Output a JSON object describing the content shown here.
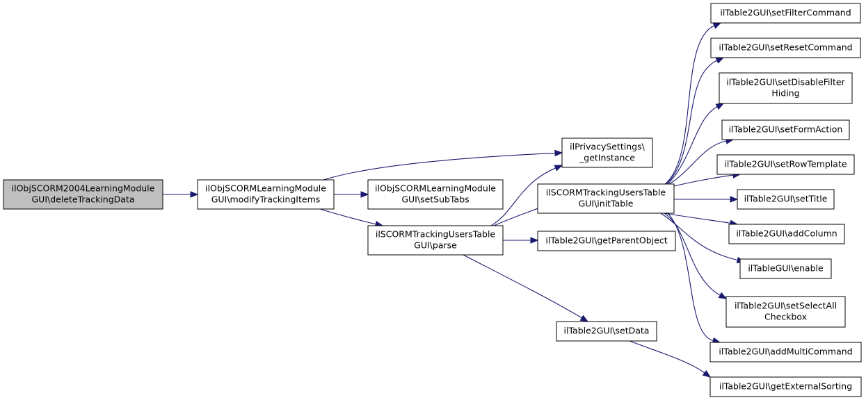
{
  "nodes": [
    {
      "id": "n0",
      "lines": [
        "ilObjSCORM2004LearningModule",
        "GUI\\deleteTrackingData"
      ],
      "root": true
    },
    {
      "id": "n1",
      "lines": [
        "ilObjSCORMLearningModule",
        "GUI\\modifyTrackingItems"
      ]
    },
    {
      "id": "n2",
      "lines": [
        "ilPrivacySettings\\",
        "_getInstance"
      ]
    },
    {
      "id": "n3",
      "lines": [
        "ilObjSCORMLearningModule",
        "GUI\\setSubTabs"
      ]
    },
    {
      "id": "n4",
      "lines": [
        "ilSCORMTrackingUsersTable",
        "GUI\\parse"
      ]
    },
    {
      "id": "n5",
      "lines": [
        "ilSCORMTrackingUsersTable",
        "GUI\\initTable"
      ]
    },
    {
      "id": "n6",
      "lines": [
        "ilTable2GUI\\getParentObject"
      ]
    },
    {
      "id": "n7",
      "lines": [
        "ilTable2GUI\\setData"
      ]
    },
    {
      "id": "n8",
      "lines": [
        "ilTable2GUI\\setFilterCommand"
      ]
    },
    {
      "id": "n9",
      "lines": [
        "ilTable2GUI\\setResetCommand"
      ]
    },
    {
      "id": "n10",
      "lines": [
        "ilTable2GUI\\setDisableFilter",
        "Hiding"
      ]
    },
    {
      "id": "n11",
      "lines": [
        "ilTable2GUI\\setFormAction"
      ]
    },
    {
      "id": "n12",
      "lines": [
        "ilTable2GUI\\setRowTemplate"
      ]
    },
    {
      "id": "n13",
      "lines": [
        "ilTable2GUI\\setTitle"
      ]
    },
    {
      "id": "n14",
      "lines": [
        "ilTable2GUI\\addColumn"
      ]
    },
    {
      "id": "n15",
      "lines": [
        "ilTableGUI\\enable"
      ]
    },
    {
      "id": "n16",
      "lines": [
        "ilTable2GUI\\setSelectAll",
        "Checkbox"
      ]
    },
    {
      "id": "n17",
      "lines": [
        "ilTable2GUI\\addMultiCommand"
      ]
    },
    {
      "id": "n18",
      "lines": [
        "ilTable2GUI\\getExternalSorting"
      ]
    }
  ],
  "edges": [
    [
      "n0",
      "n1"
    ],
    [
      "n1",
      "n2"
    ],
    [
      "n1",
      "n3"
    ],
    [
      "n1",
      "n4"
    ],
    [
      "n4",
      "n2"
    ],
    [
      "n4",
      "n5"
    ],
    [
      "n4",
      "n6"
    ],
    [
      "n4",
      "n7"
    ],
    [
      "n5",
      "n8"
    ],
    [
      "n5",
      "n9"
    ],
    [
      "n5",
      "n10"
    ],
    [
      "n5",
      "n11"
    ],
    [
      "n5",
      "n12"
    ],
    [
      "n5",
      "n13"
    ],
    [
      "n5",
      "n14"
    ],
    [
      "n5",
      "n15"
    ],
    [
      "n5",
      "n16"
    ],
    [
      "n5",
      "n17"
    ],
    [
      "n7",
      "n18"
    ]
  ],
  "colors": {
    "edge": "#191970",
    "root_fill": "#bfbfbf",
    "node_fill": "#ffffff",
    "border": "#000000"
  }
}
